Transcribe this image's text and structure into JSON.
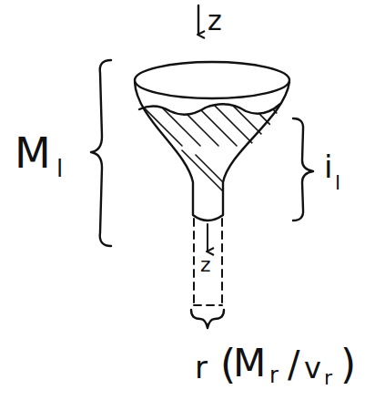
{
  "diagram": {
    "labels": [
      "z",
      "M",
      "l",
      "i",
      "l",
      "z",
      "r",
      "(",
      "M",
      "r",
      "/",
      "v",
      "r",
      ")"
    ]
  }
}
